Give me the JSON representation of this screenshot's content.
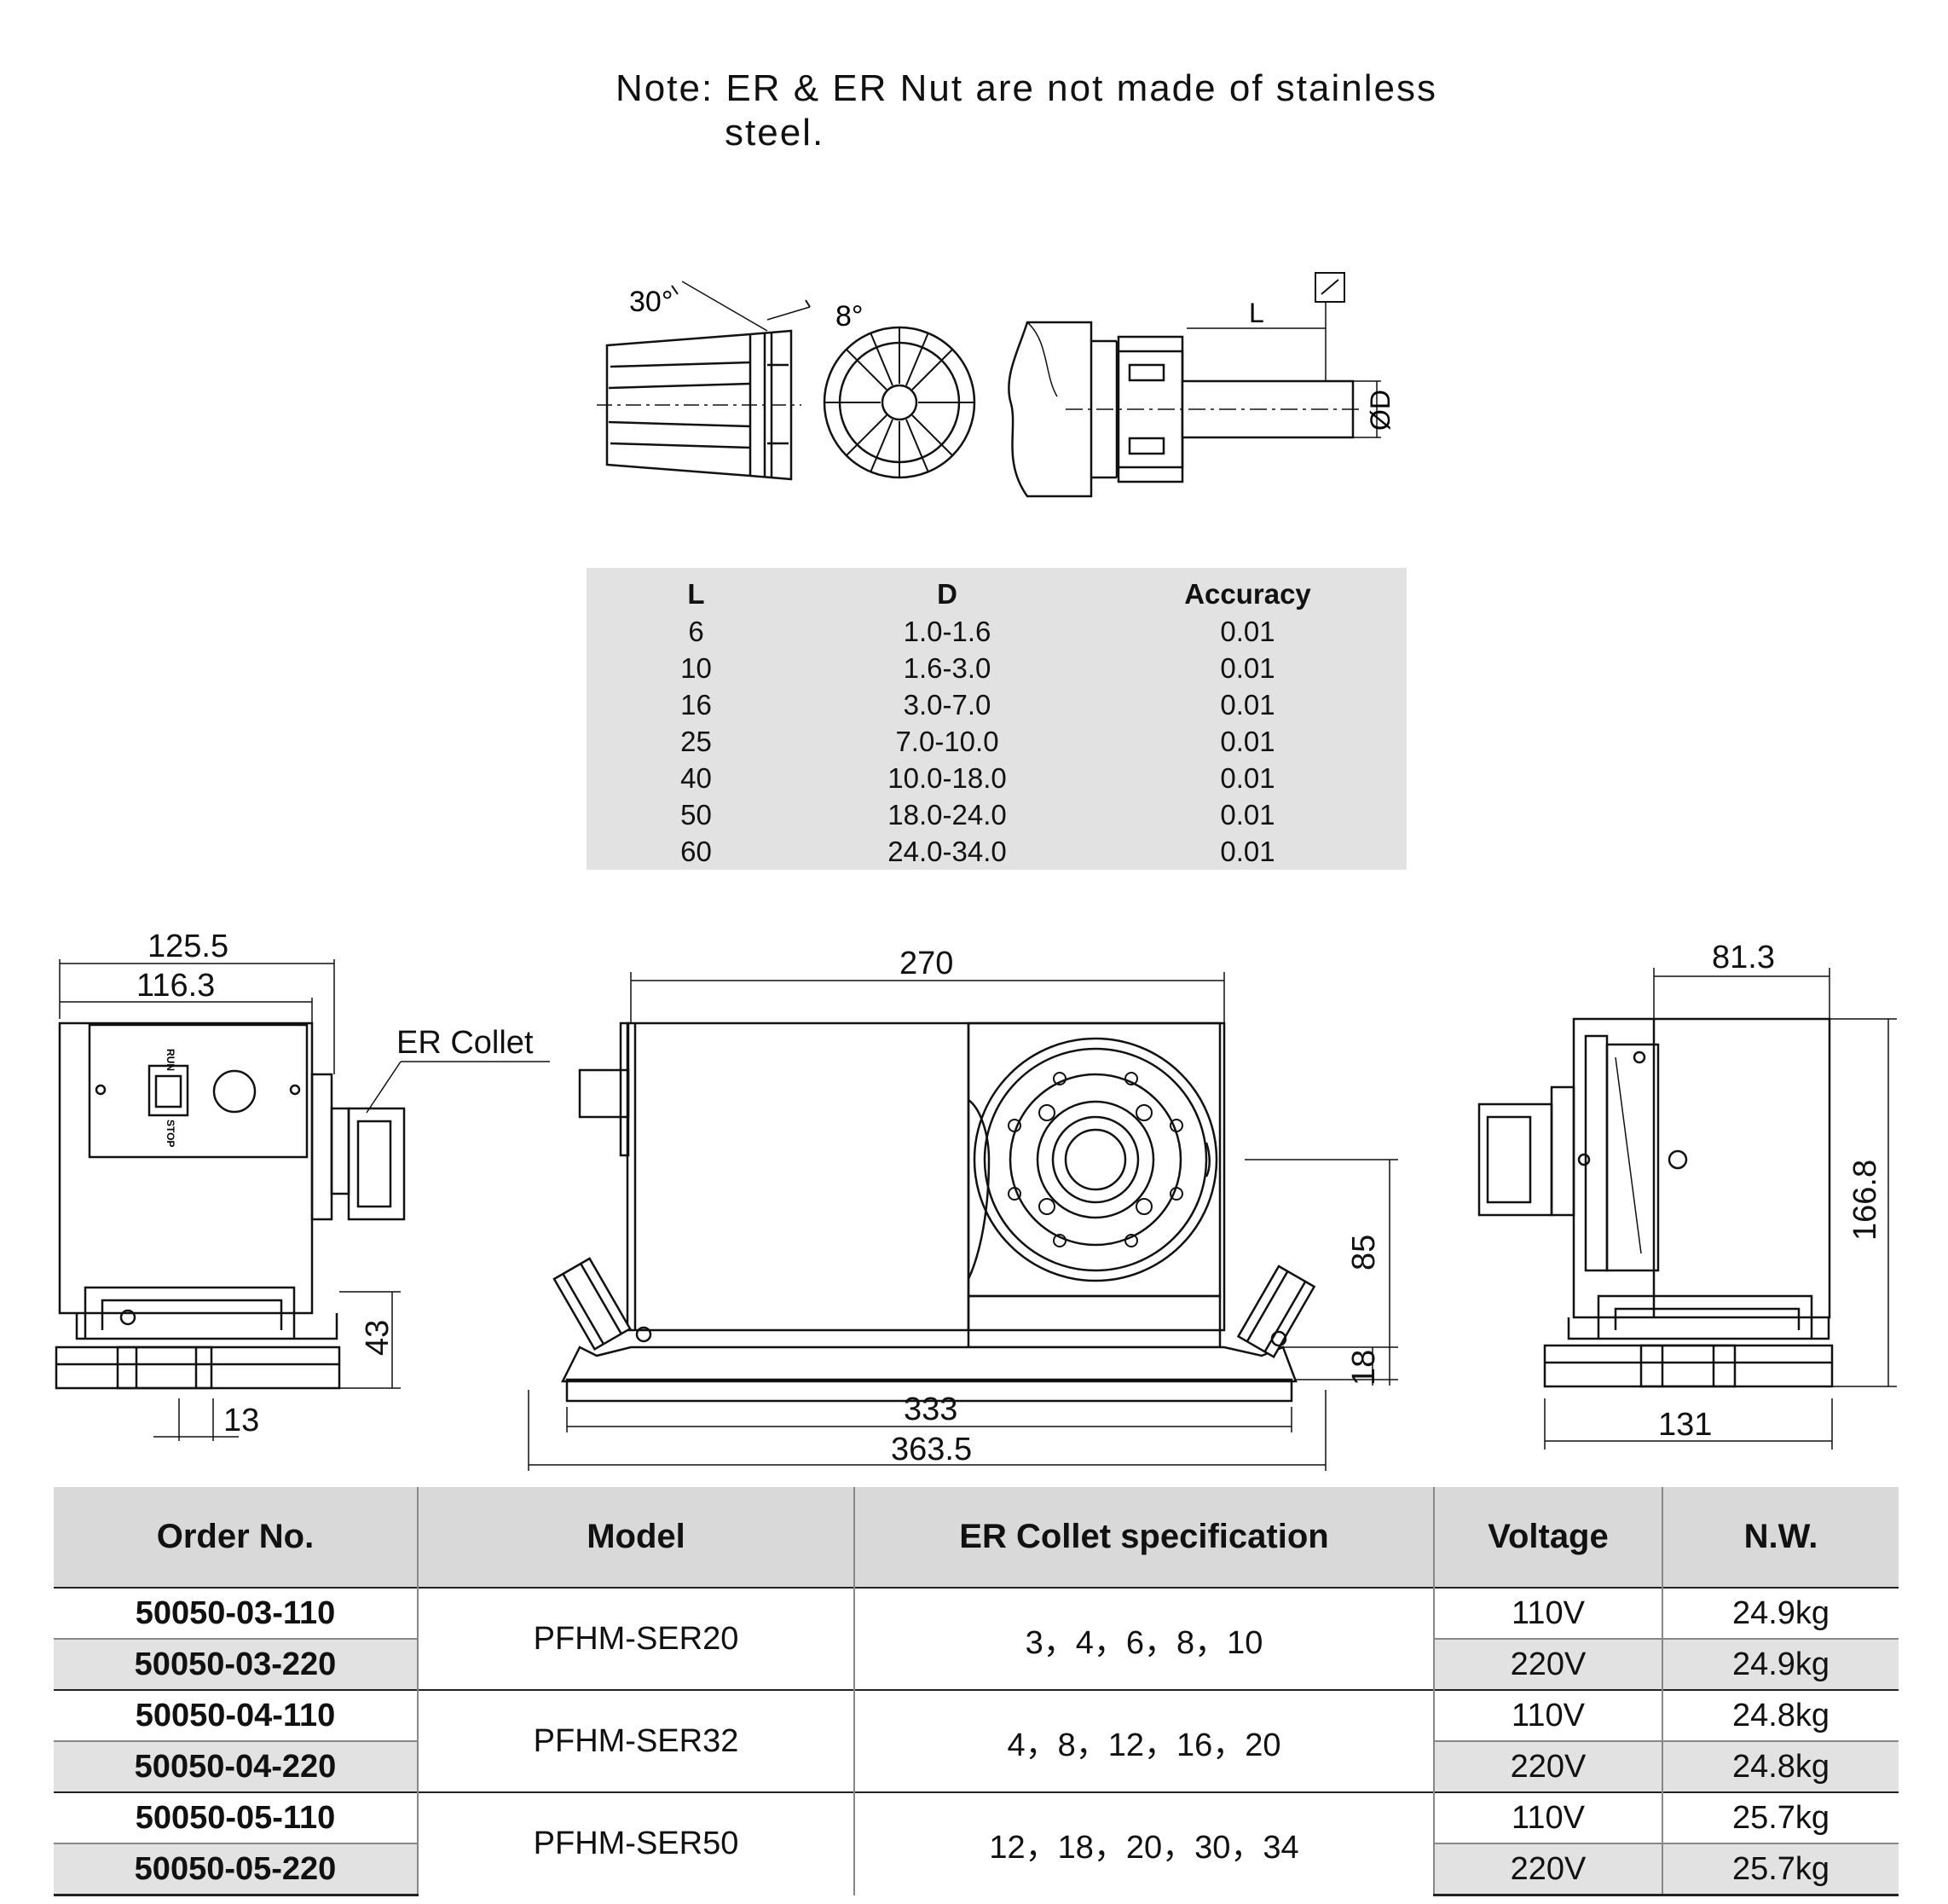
{
  "note": {
    "line1": "Note: ER & ER Nut are not made of stainless",
    "line2": "steel."
  },
  "collet_drawing": {
    "angle_a": "30°",
    "angle_b": "8°",
    "label_L": "L",
    "label_D": "ØD"
  },
  "spec_table": {
    "headers": [
      "L",
      "D",
      "Accuracy"
    ],
    "rows": [
      [
        "6",
        "1.0-1.6",
        "0.01"
      ],
      [
        "10",
        "1.6-3.0",
        "0.01"
      ],
      [
        "16",
        "3.0-7.0",
        "0.01"
      ],
      [
        "25",
        "7.0-10.0",
        "0.01"
      ],
      [
        "40",
        "10.0-18.0",
        "0.01"
      ],
      [
        "50",
        "18.0-24.0",
        "0.01"
      ],
      [
        "60",
        "24.0-34.0",
        "0.01"
      ]
    ]
  },
  "dimensions": {
    "d125": "125.5",
    "d116": "116.3",
    "er_collet": "ER Collet",
    "run": "RUN",
    "stop": "STOP",
    "d43": "43",
    "d13": "13",
    "d270": "270",
    "d85": "85",
    "d18": "18",
    "d333": "333",
    "d363": "363.5",
    "d81": "81.3",
    "d166": "166.8",
    "d131": "131"
  },
  "order_table": {
    "headers": [
      "Order  No.",
      "Model",
      "ER Collet specification",
      "Voltage",
      "N.W."
    ],
    "rows": [
      {
        "order": "50050-03-110",
        "voltage": "110V",
        "weight": "24.9kg"
      },
      {
        "order": "50050-03-220",
        "voltage": "220V",
        "weight": "24.9kg"
      },
      {
        "order": "50050-04-110",
        "voltage": "110V",
        "weight": "24.8kg"
      },
      {
        "order": "50050-04-220",
        "voltage": "220V",
        "weight": "24.8kg"
      },
      {
        "order": "50050-05-110",
        "voltage": "110V",
        "weight": "25.7kg"
      },
      {
        "order": "50050-05-220",
        "voltage": "220V",
        "weight": "25.7kg"
      }
    ],
    "groups": [
      {
        "model": "PFHM-SER20",
        "spec": "3，4，6，8，10"
      },
      {
        "model": "PFHM-SER32",
        "spec": "4，8，12，16，20"
      },
      {
        "model": "PFHM-SER50",
        "spec": "12，18，20，30，34"
      }
    ]
  }
}
